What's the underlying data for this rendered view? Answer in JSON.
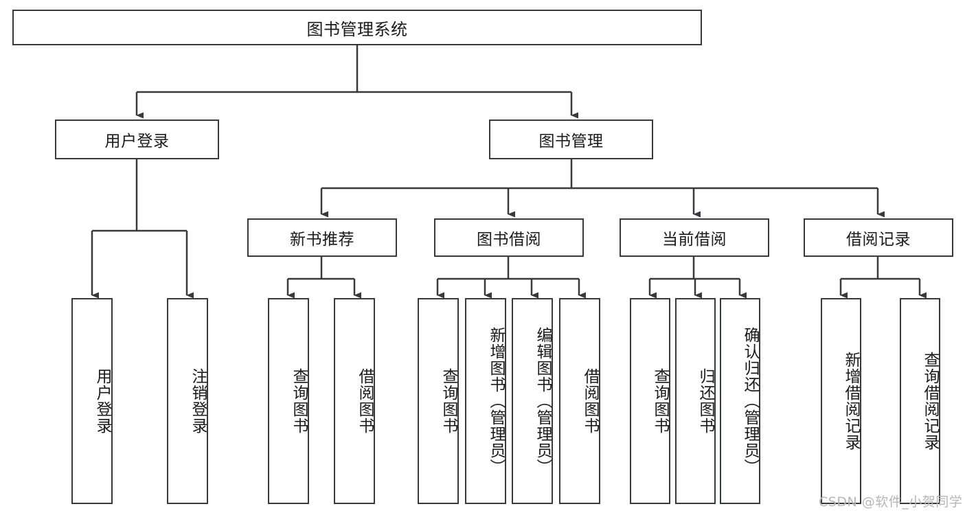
{
  "diagram": {
    "type": "tree-hierarchy-functional-decomposition",
    "root": {
      "id": "root",
      "label": "图书管理系统"
    },
    "level2": [
      {
        "id": "user-login",
        "label": "用户登录"
      },
      {
        "id": "book-management",
        "label": "图书管理"
      }
    ],
    "level3": [
      {
        "id": "new-book-recommend",
        "label": "新书推荐",
        "parent": "book-management"
      },
      {
        "id": "book-borrow",
        "label": "图书借阅",
        "parent": "book-management"
      },
      {
        "id": "current-borrow",
        "label": "当前借阅",
        "parent": "book-management"
      },
      {
        "id": "borrow-record",
        "label": "借阅记录",
        "parent": "book-management"
      }
    ],
    "leaves": [
      {
        "id": "leaf-user-login",
        "label": "用户登录",
        "parent": "user-login"
      },
      {
        "id": "leaf-logout-login",
        "label": "注销登录",
        "parent": "user-login"
      },
      {
        "id": "leaf-query-book-1",
        "label": "查询图书",
        "parent": "new-book-recommend"
      },
      {
        "id": "leaf-borrow-book-1",
        "label": "借阅图书",
        "parent": "new-book-recommend"
      },
      {
        "id": "leaf-query-book-2",
        "label": "查询图书",
        "parent": "book-borrow"
      },
      {
        "id": "leaf-add-book",
        "label": "新增图书（管理员）",
        "parent": "book-borrow"
      },
      {
        "id": "leaf-edit-book",
        "label": "编辑图书（管理员）",
        "parent": "book-borrow"
      },
      {
        "id": "leaf-borrow-book-2",
        "label": "借阅图书",
        "parent": "book-borrow"
      },
      {
        "id": "leaf-query-book-3",
        "label": "查询图书",
        "parent": "current-borrow"
      },
      {
        "id": "leaf-return-book",
        "label": "归还图书",
        "parent": "current-borrow"
      },
      {
        "id": "leaf-confirm-return",
        "label": "确认归还（管理员）",
        "parent": "current-borrow"
      },
      {
        "id": "leaf-add-record",
        "label": "新增借阅记录",
        "parent": "borrow-record"
      },
      {
        "id": "leaf-query-record",
        "label": "查询借阅记录",
        "parent": "borrow-record"
      }
    ],
    "watermark": "CSDN @软件_小贺同学",
    "colors": {
      "stroke": "#36393d",
      "fill": "#ffffff",
      "text": "#1a1a1a",
      "watermark": "#b6b6b6"
    }
  }
}
